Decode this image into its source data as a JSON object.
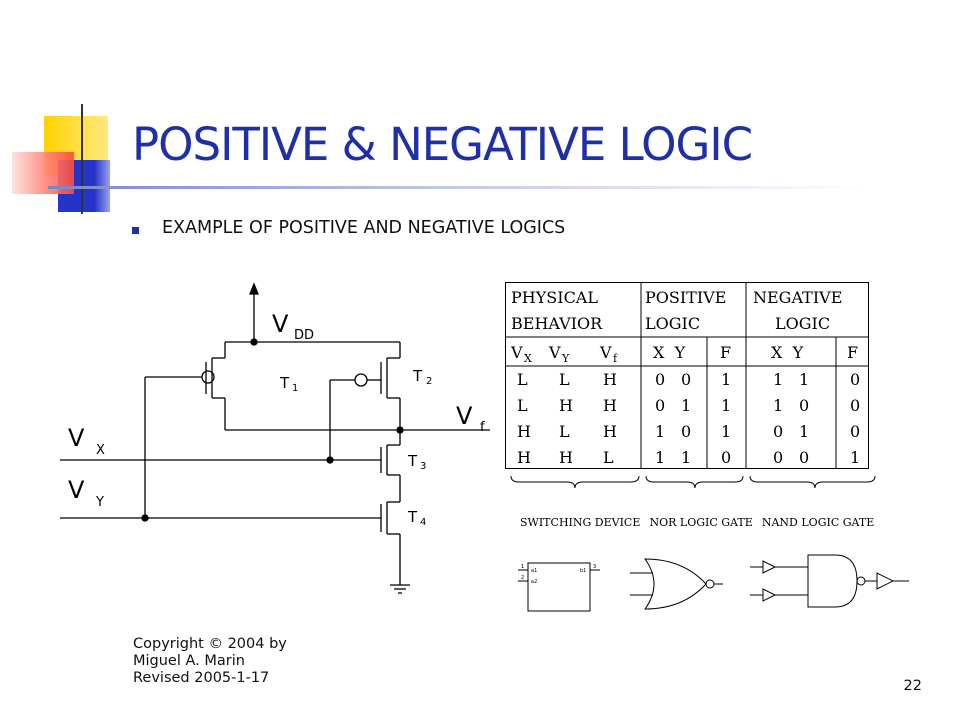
{
  "slide": {
    "title": "POSITIVE & NEGATIVE LOGIC",
    "bullet": "EXAMPLE OF POSITIVE AND NEGATIVE LOGICS",
    "footer": [
      "Copyright © 2004 by",
      "Miguel A. Marin",
      "Revised 2005-1-17"
    ],
    "page_number": "22",
    "accent_color": "#1f2fa8"
  },
  "circuit": {
    "vdd_label": "V",
    "vdd_sub": "DD",
    "vf_label": "V",
    "vf_sub": "f",
    "vx_label": "V",
    "vx_sub": "X",
    "vy_label": "V",
    "vy_sub": "Y",
    "t1_label": "T",
    "t1_sub": "1",
    "t2_label": "T",
    "t2_sub": "2",
    "t3_label": "T",
    "t3_sub": "3",
    "t4_label": "T",
    "t4_sub": "4"
  },
  "truth_table": {
    "headers": [
      [
        "PHYSICAL",
        "BEHAVIOR"
      ],
      [
        "POSITIVE",
        "LOGIC"
      ],
      [
        "NEGATIVE",
        "LOGIC"
      ]
    ],
    "subheaders": {
      "vx": "V",
      "vx_sub": "X",
      "vy": "V",
      "vy_sub": "Y",
      "vf": "V",
      "vf_sub": "f",
      "pos_xy": "X  Y",
      "pos_f": "F",
      "neg_xy": "X  Y",
      "neg_f": "F"
    },
    "rows": [
      {
        "vx": "L",
        "vy": "L",
        "vf": "H",
        "px": "0",
        "py": "0",
        "pf": "1",
        "nx": "1",
        "ny": "1",
        "nf": "0"
      },
      {
        "vx": "L",
        "vy": "H",
        "vf": "H",
        "px": "0",
        "py": "1",
        "pf": "1",
        "nx": "1",
        "ny": "0",
        "nf": "0"
      },
      {
        "vx": "H",
        "vy": "L",
        "vf": "H",
        "px": "1",
        "py": "0",
        "pf": "1",
        "nx": "0",
        "ny": "1",
        "nf": "0"
      },
      {
        "vx": "H",
        "vy": "H",
        "vf": "L",
        "px": "1",
        "py": "1",
        "pf": "0",
        "nx": "0",
        "ny": "0",
        "nf": "1"
      }
    ]
  },
  "captions": [
    "SWITCHING DEVICE",
    "NOR LOGIC GATE",
    "NAND LOGIC GATE"
  ],
  "symbol_pins": {
    "in1": "1",
    "in2": "2",
    "out": "3",
    "a1": "a1",
    "a2": "a2",
    "b1": "b1"
  }
}
